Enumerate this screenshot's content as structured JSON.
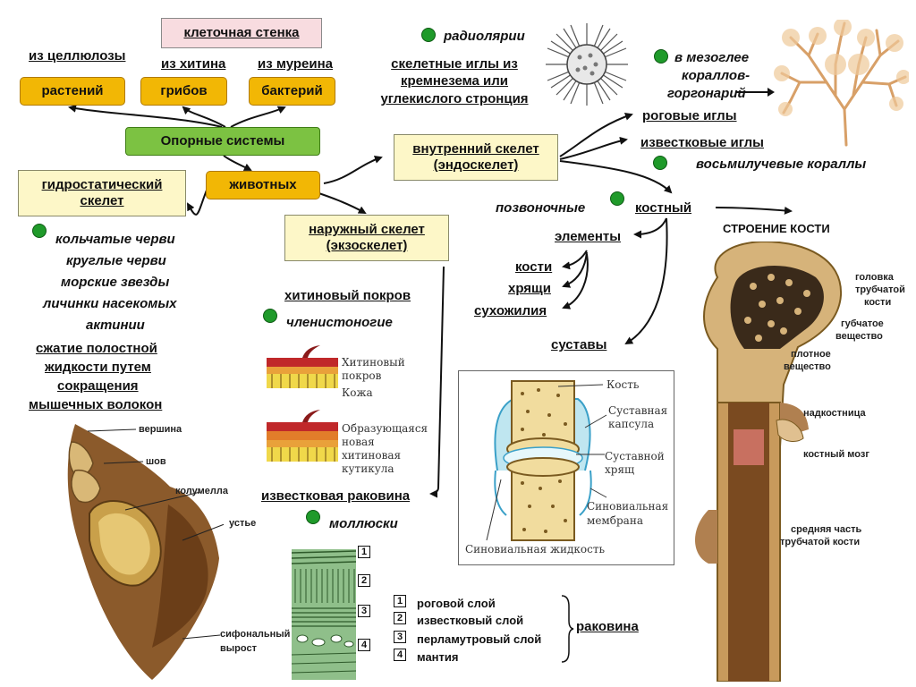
{
  "center": {
    "label": "Опорные системы"
  },
  "cell_wall": {
    "title": "клеточная стенка",
    "cellulose": "из целлюлозы",
    "chitin": "из хитина",
    "murein": "из муреина",
    "plants": "растений",
    "fungi": "грибов",
    "bacteria": "бактерий"
  },
  "animals": {
    "label": "животных"
  },
  "hydro": {
    "title_l1": "гидростатический",
    "title_l2": "скелет",
    "examples": [
      "кольчатые черви",
      "круглые черви",
      "морские звезды",
      "личинки насекомых",
      "актинии"
    ],
    "mechanism": [
      "сжатие полостной",
      "жидкости путем",
      "сокращения",
      "мышечных волокон"
    ]
  },
  "exo": {
    "title_l1": "наружный скелет",
    "title_l2": "(экзоскелет)",
    "chitin_cover": "хитиновый покров",
    "arthropods": "членистоногие",
    "fig1_l1": "Хитиновый",
    "fig1_l2": "покров",
    "fig1_l3": "Кожа",
    "fig2_l1": "Образующаяся",
    "fig2_l2": "новая",
    "fig2_l3": "хитиновая",
    "fig2_l4": "кутикула",
    "shell": "известковая раковина",
    "molluscs": "моллюски",
    "shell_labels": {
      "apex": "вершина",
      "suture": "шов",
      "columella": "колумелла",
      "mouth": "устье",
      "siphon_l1": "сифональный",
      "siphon_l2": "вырост"
    },
    "layers": [
      {
        "num": "1",
        "name": "роговой слой"
      },
      {
        "num": "2",
        "name": "известковый слой"
      },
      {
        "num": "3",
        "name": "перламутровый слой"
      },
      {
        "num": "4",
        "name": "мантия"
      }
    ],
    "shell_word": "раковина"
  },
  "endo": {
    "title_l1": "внутренний скелет",
    "title_l2": "(эндоскелет)",
    "radiolaria": "радиолярии",
    "radio_needles": [
      "скелетные иглы из",
      "кремнезема или",
      "углекислого стронция"
    ],
    "mesoglea": [
      "в мезоглее",
      "кораллов-",
      "горгонарий"
    ],
    "horny": "роговые иглы",
    "calcareous": "известковые иглы",
    "octocorals": "восьмилучевые кораллы",
    "vertebrates": "позвоночные",
    "bony": "костный",
    "elements": "элементы",
    "bones": "кости",
    "cartilage": "хрящи",
    "tendons": "сухожилия",
    "joints": "суставы"
  },
  "joint_fig": {
    "bone": "Кость",
    "capsule_l1": "Суставная",
    "capsule_l2": "капсула",
    "cart_l1": "Суставной",
    "cart_l2": "хрящ",
    "syn_l1": "Синовиальная",
    "syn_l2": "мембрана",
    "fluid": "Синовиальная жидкость"
  },
  "bone_fig": {
    "title": "СТРОЕНИЕ КОСТИ",
    "head_l1": "головка",
    "head_l2": "трубчатой",
    "head_l3": "кости",
    "spongy_l1": "губчатое",
    "spongy_l2": "вещество",
    "compact_l1": "плотное",
    "compact_l2": "вещество",
    "periosteum": "надкостница",
    "marrow": "костный мозг",
    "mid_l1": "средняя часть",
    "mid_l2": "трубчатой кости"
  },
  "colors": {
    "accent_gold": "#f2b705",
    "accent_green": "#7cc242",
    "dot_green": "#1f9a2a",
    "box_cream": "#fdf7c8",
    "box_pink": "#f8dce0"
  }
}
